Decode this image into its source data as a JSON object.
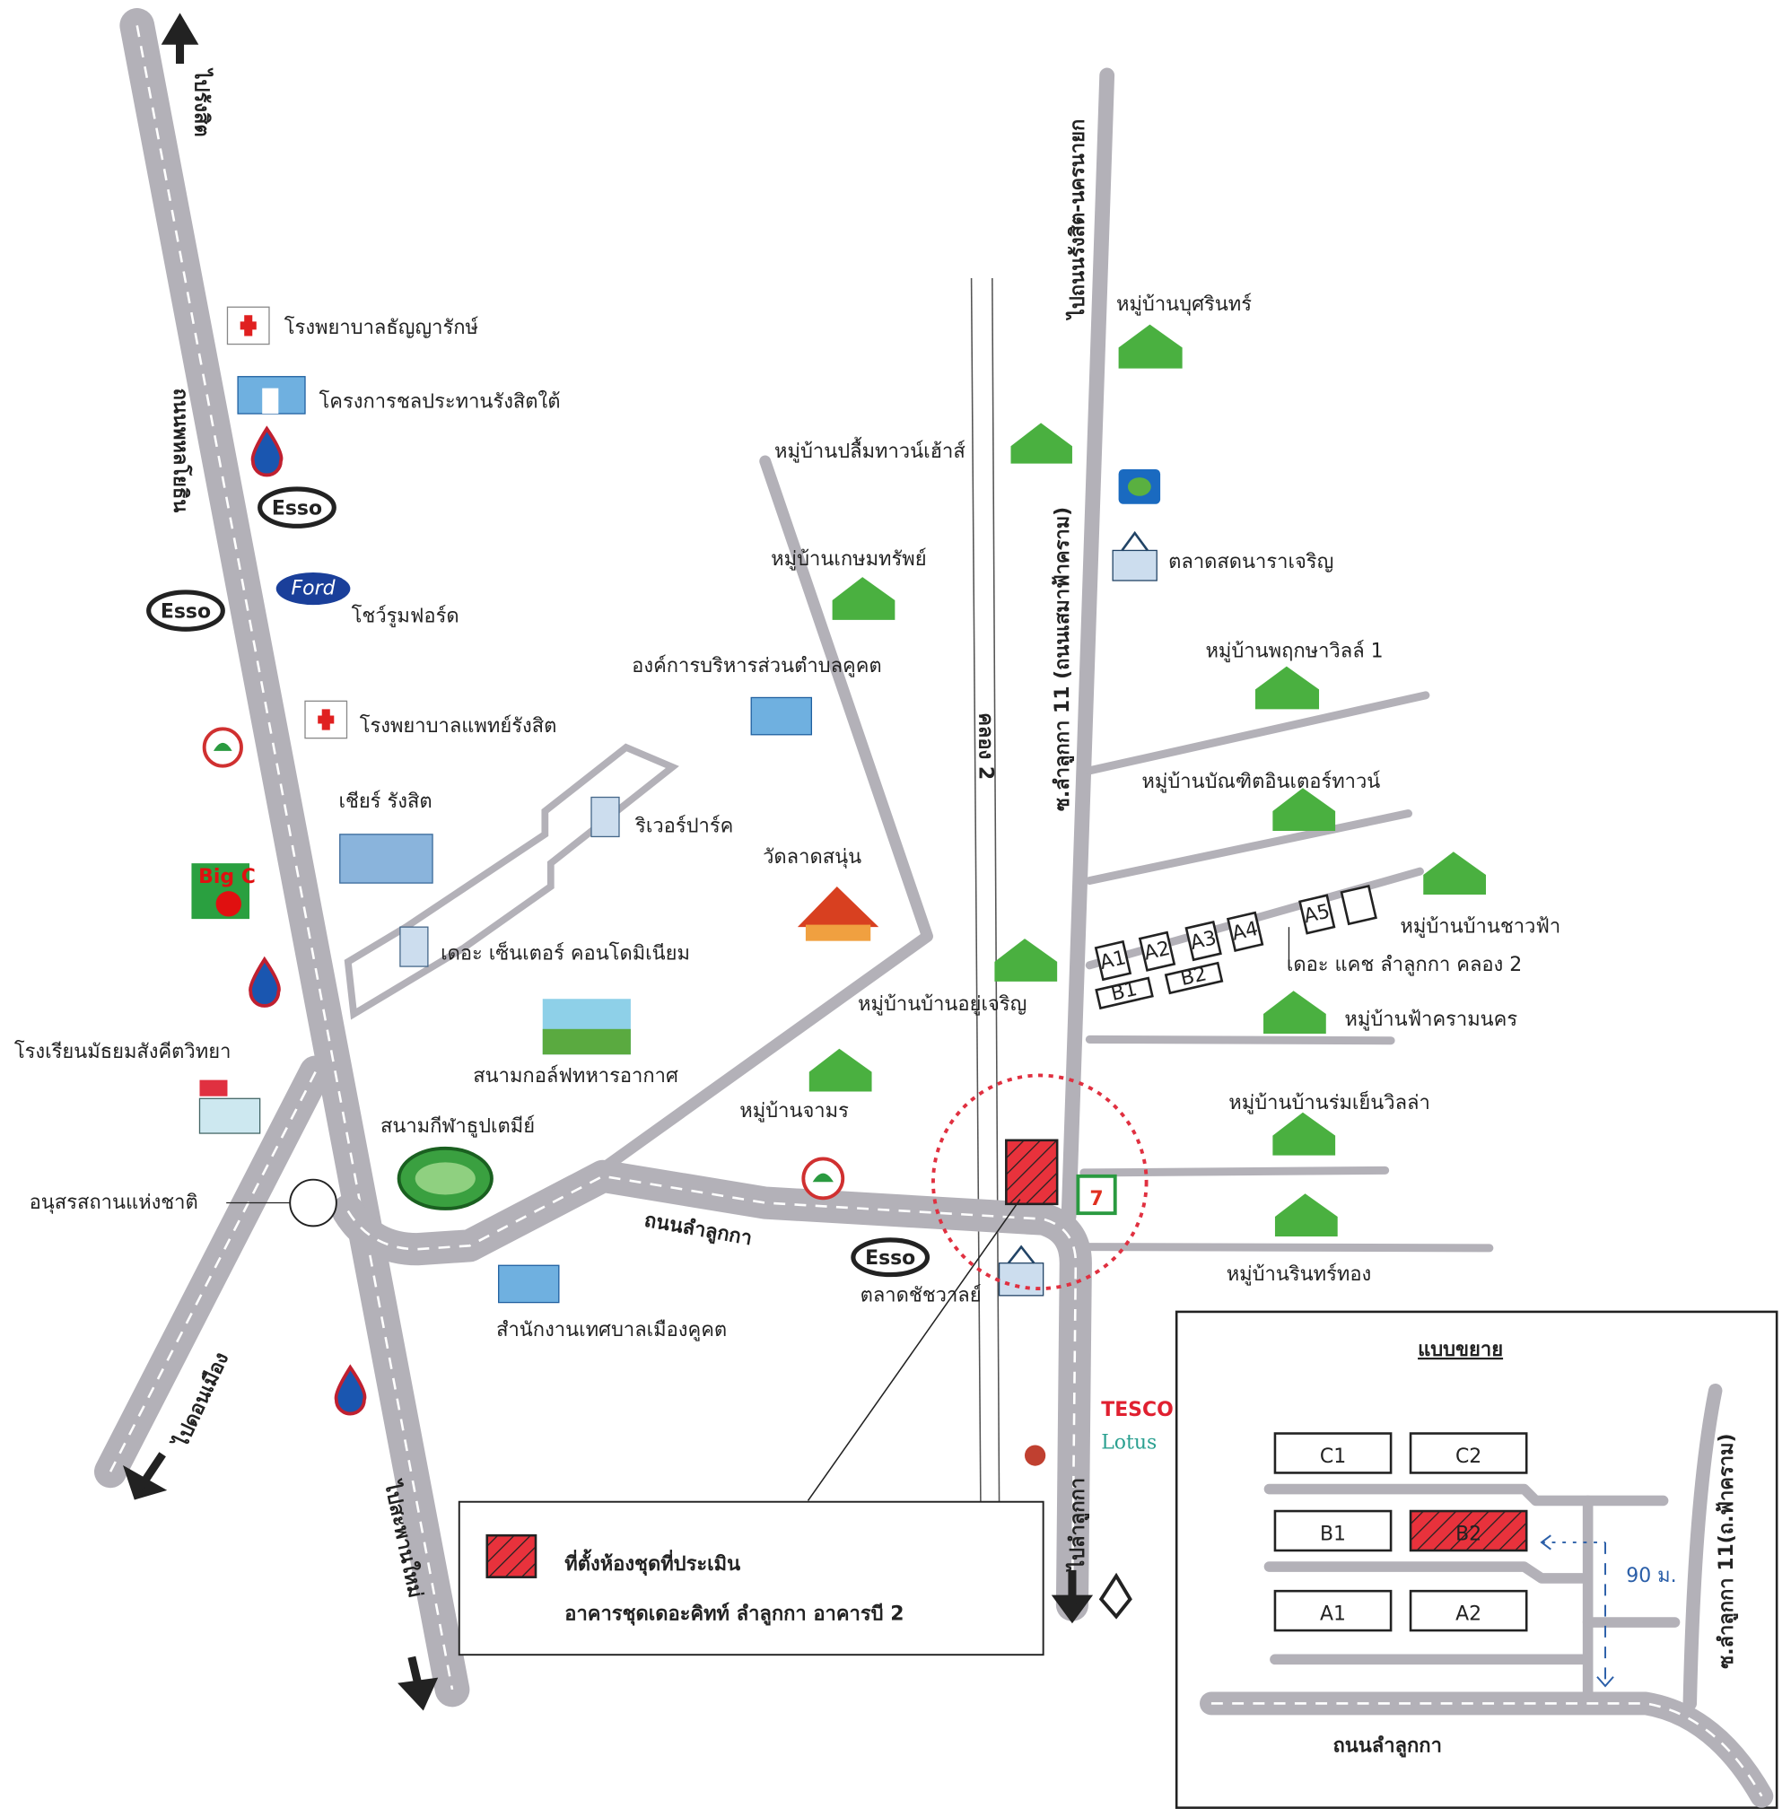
{
  "title": "Location map - The Kith Lam Luk Ka Building B2",
  "colors": {
    "road": "#b3b1b8",
    "highlight": "#e8323c",
    "circle": "#e03040",
    "measure": "#2a5ea8"
  },
  "directions": {
    "to_rangsit": "ไปรังสิต",
    "to_don_mueang": "ไปดอนเมือง",
    "to_saphan_mai": "ไปสะพานใหม่",
    "to_rangsit_nakhonnayok": "ไปถนนรังสิต-นครนายก",
    "to_lamlukka": "ไปลำลูกกา"
  },
  "roads": {
    "phahonyothin": "ถนนพหลโยธิน",
    "lamlukka_soi11": "ซ.ลำลูกกา 11 (ถนนเสมาฟ้าคราม)",
    "khlong2": "คลอง 2",
    "lamlukka": "ถนนลำลูกกา"
  },
  "places": [
    "โรงพยาบาลธัญญารักษ์",
    "โครงการชลประทานรังสิตใต้",
    "โชว์รูมฟอร์ด",
    "โรงพยาบาลแพทย์รังสิต",
    "เชียร์ รังสิต",
    "ริเวอร์ปาร์ค",
    "เดอะ เซ็นเตอร์ คอนโดมิเนียม",
    "โรงเรียนมัธยมสังคีตวิทยา",
    "สนามกอล์ฟทหารอากาศ",
    "สนามกีฬาธูปเตมีย์",
    "อนุสรสถานแห่งชาติ",
    "สำนักงานเทศบาลเมืองคูคต",
    "องค์การบริหารส่วนตำบลคูคต",
    "วัดลาดสนุ่น",
    "หมู่บ้านปลื้มทาวน์เฮ้าส์",
    "หมู่บ้านเกษมทรัพย์",
    "หมู่บ้านบ้านอยู่เจริญ",
    "หมู่บ้านจามร",
    "ตลาดชัชวาลย์",
    "หมู่บ้านบุศรินทร์",
    "ตลาดสดนาราเจริญ",
    "หมู่บ้านพฤกษาวิลล์ 1",
    "หมู่บ้านบัณฑิตอินเตอร์ทาวน์",
    "หมู่บ้านบ้านชาวฟ้า",
    "เดอะ แคช ลำลูกกา คลอง 2",
    "หมู่บ้านฟ้าครามนคร",
    "หมู่บ้านบ้านร่มเย็นวิลล่า",
    "หมู่บ้านรินทร์ทอง"
  ],
  "brands": {
    "esso": "Esso",
    "ford": "Ford",
    "bigc": "Big C",
    "seven": "7",
    "tesco": "TESCO",
    "lotus": "Lotus"
  },
  "cash_buildings": [
    "A1",
    "A2",
    "A3",
    "A4",
    "A5",
    "B1",
    "B2"
  ],
  "legend": {
    "line1": "ที่ตั้งห้องชุดที่ประเมิน",
    "line2": "อาคารชุดเดอะคิทท์ ลำลูกกา อาคารบี 2"
  },
  "inset": {
    "title": "แบบขยาย",
    "buildings": [
      "C1",
      "C2",
      "B1",
      "B2",
      "A1",
      "A2"
    ],
    "distance": "90 ม.",
    "road_side": "ซ.ลำลูกกา 11(ถ.ฟ้าคราม)",
    "road_bottom": "ถนนลำลูกกา"
  }
}
